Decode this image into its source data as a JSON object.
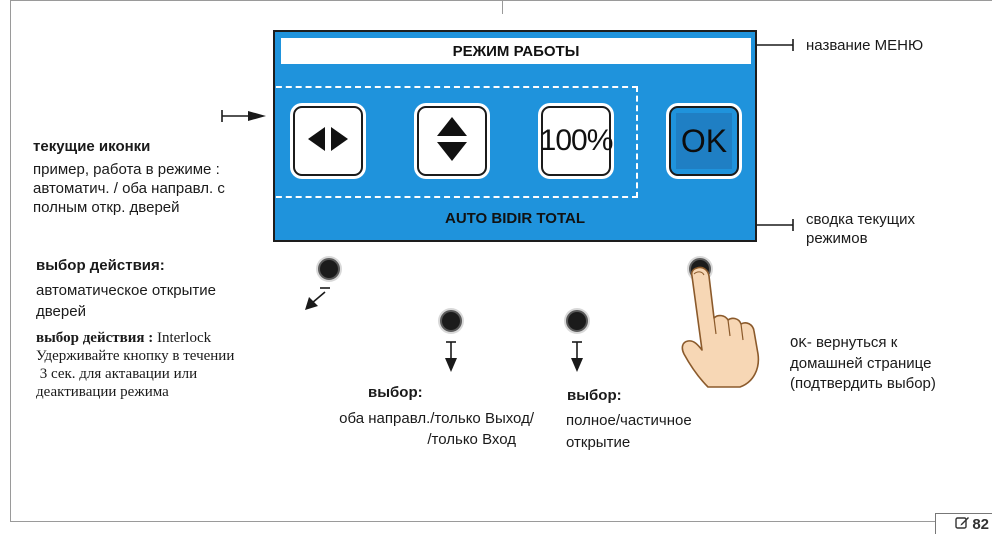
{
  "screen": {
    "title": "РЕЖИМ РАБОТЫ",
    "summary": "AUTO BIDIR TOTAL",
    "buttons": [
      {
        "icon": "left-right-arrows-icon"
      },
      {
        "icon": "up-down-arrows-icon"
      },
      {
        "label": "100%"
      },
      {
        "label": "OK"
      }
    ]
  },
  "annotations": {
    "menu_name": "название МЕНЮ",
    "current_icons_title": "текущие иконки",
    "current_icons_desc": [
      "пример, работа в режиме :",
      "автоматич. / оба направл. с",
      "полным откр. дверей"
    ],
    "summary_label": [
      "сводка текущих",
      "режимов"
    ],
    "action_title": "выбор действия:",
    "action_desc": [
      "автоматическое открытие",
      "дверей"
    ],
    "interlock_title": "выбор действия :",
    "interlock_name": "Interlock",
    "interlock_desc": [
      "Удерживайте кнопку в течении",
      " 3 сек. для актавации или",
      "деактивации режима"
    ],
    "dir_title": "выбор:",
    "dir_desc": [
      "оба направл./только Выход/",
      "/только Вход"
    ],
    "open_title": "выбор:",
    "open_desc": [
      "полное/частичное",
      "открытие"
    ],
    "ok_key": "OK",
    "ok_desc": [
      "- вернуться к",
      "домашней странице",
      "(подтвердить выбор)"
    ]
  },
  "page_number": "82",
  "colors": {
    "screen_bg": "#1f93dc",
    "ok_inner": "#1f7fc4",
    "frame": "#1d1d1d"
  }
}
